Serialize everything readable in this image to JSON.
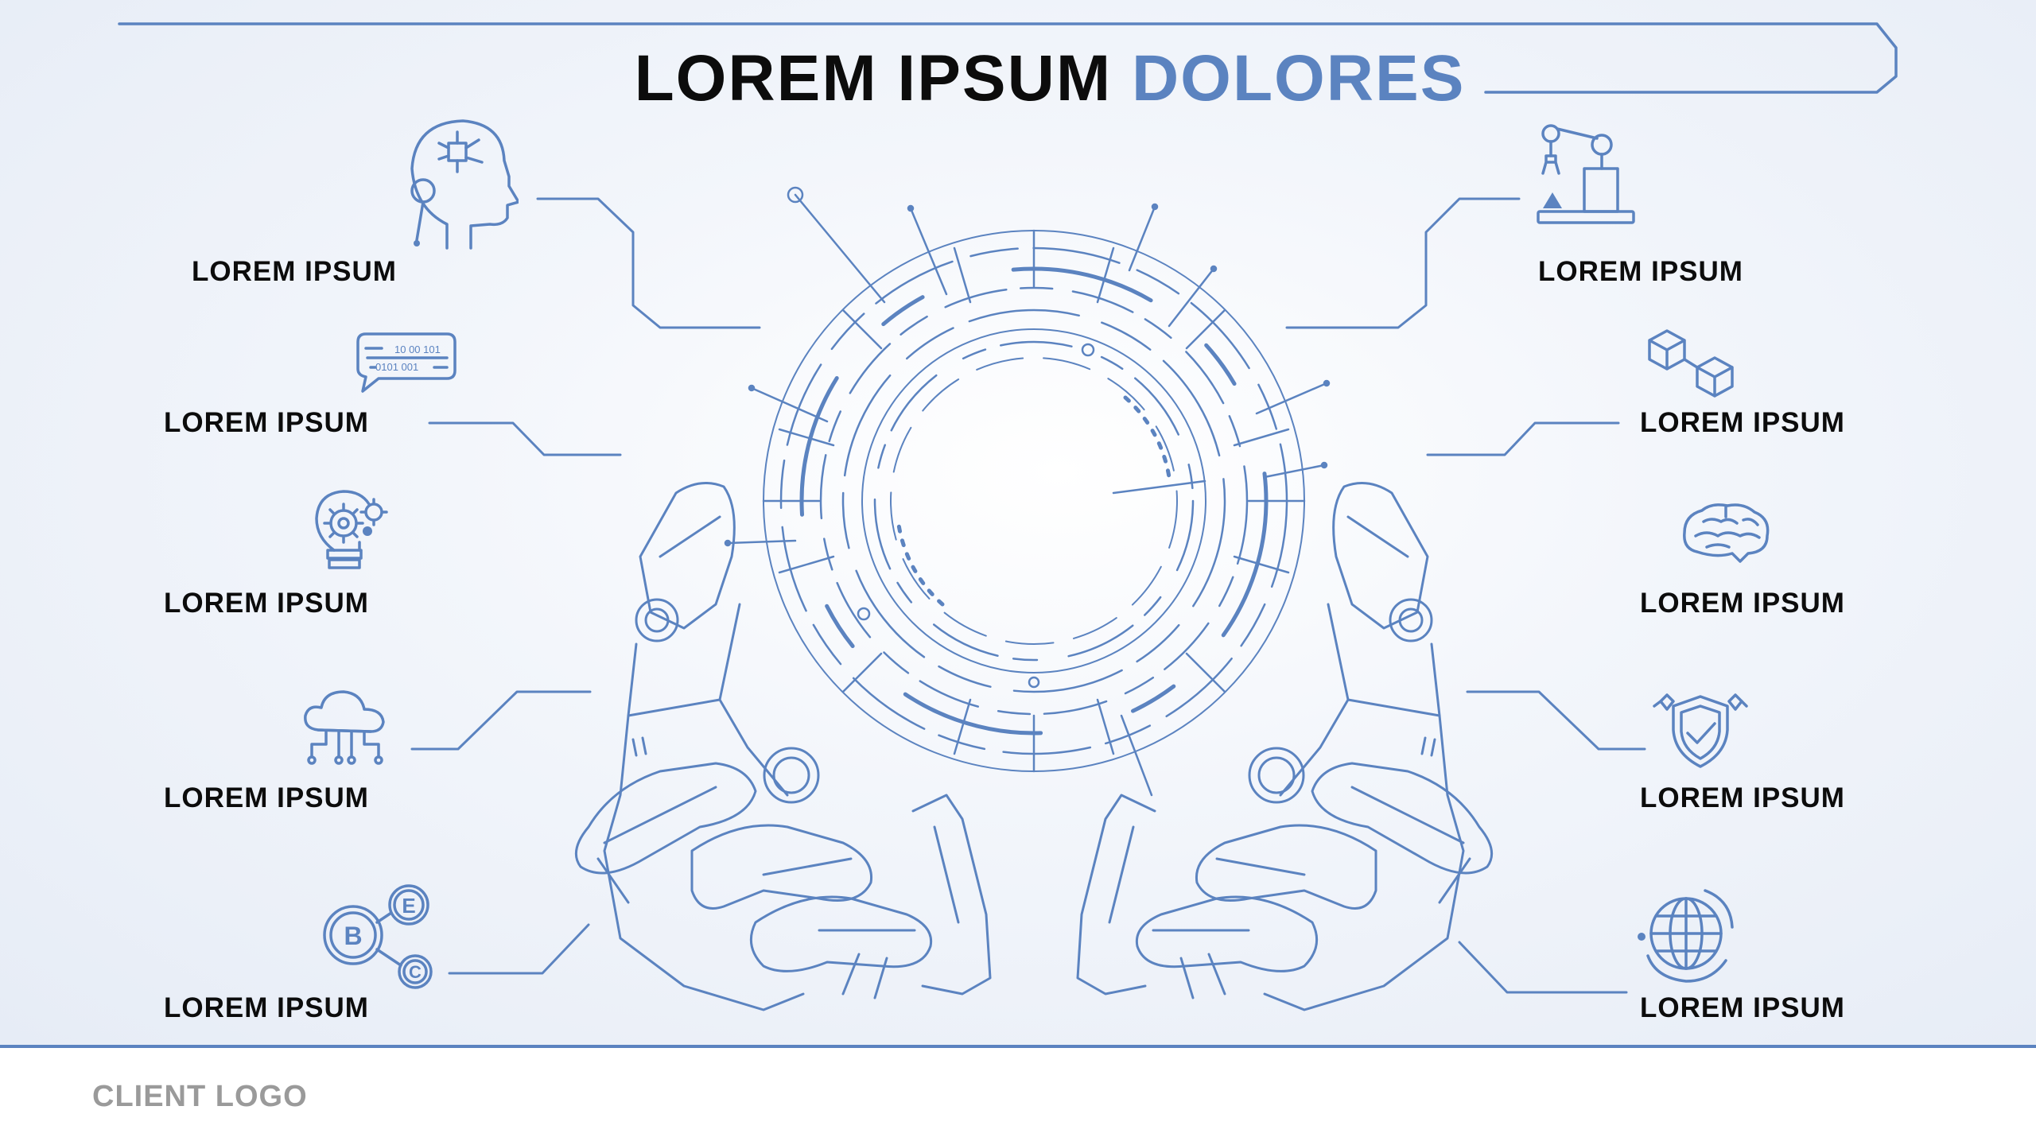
{
  "title": {
    "part1": "LOREM IPSUM",
    "part2": "DOLORES"
  },
  "labels": {
    "left_1": "LOREM IPSUM",
    "left_2": "LOREM IPSUM",
    "left_3": "LOREM IPSUM",
    "left_4": "LOREM IPSUM",
    "left_5": "LOREM IPSUM",
    "right_1": "LOREM IPSUM",
    "right_2": "LOREM IPSUM",
    "right_3": "LOREM IPSUM",
    "right_4": "LOREM IPSUM",
    "right_5": "LOREM IPSUM"
  },
  "icons": {
    "left_1": "ai-head-icon",
    "left_2": "binary-chat-icon",
    "left_3": "lightbulb-gears-icon",
    "left_4": "cloud-network-icon",
    "left_5": "bec-molecule-icon",
    "right_1": "robot-arm-icon",
    "right_2": "cubes-icon",
    "right_3": "brain-icon",
    "right_4": "shield-check-icon",
    "right_5": "globe-icon"
  },
  "chat_bubble_text": {
    "line1": "10 00 101",
    "line2": "0101 001"
  },
  "molecule_letters": {
    "b": "B",
    "e": "E",
    "c": "C"
  },
  "footer": {
    "client_logo": "CLIENT LOGO"
  },
  "colors": {
    "accent": "#5b83c0",
    "text": "#0c0c0c",
    "muted": "#9a9a9a"
  }
}
